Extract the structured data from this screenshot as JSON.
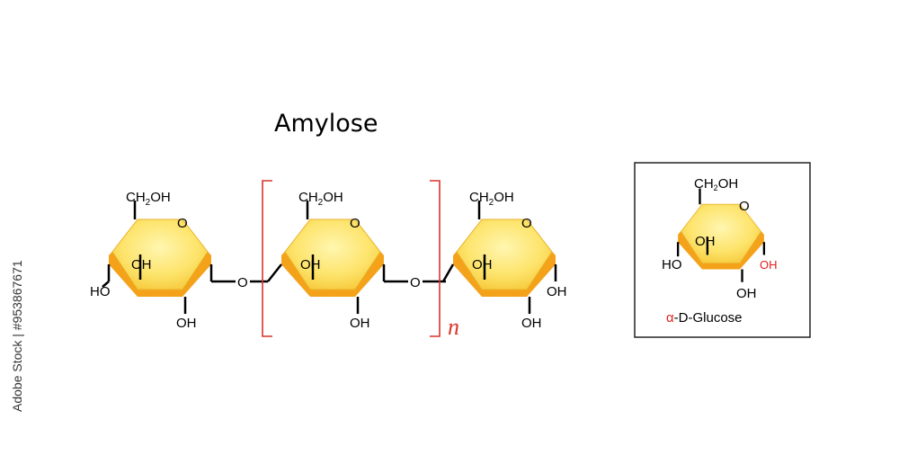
{
  "title": "Amylose",
  "labels": {
    "ch2oh_a": "CH",
    "ch2oh_b": "OH",
    "sub2": "2",
    "ring_o": "O",
    "oh": "OH",
    "ho": "HO",
    "bridge_o": "O",
    "repeat": "n"
  },
  "inset": {
    "caption_alpha": "α",
    "caption_rest": "-D-Glucose",
    "oh_highlight": "OH"
  },
  "watermark": "Adobe Stock | #953867671",
  "colors": {
    "ring_fill": "#fde36a",
    "ring_edge": "#f2a21b",
    "bracket": "#d9342b",
    "highlight": "#e0201c"
  }
}
